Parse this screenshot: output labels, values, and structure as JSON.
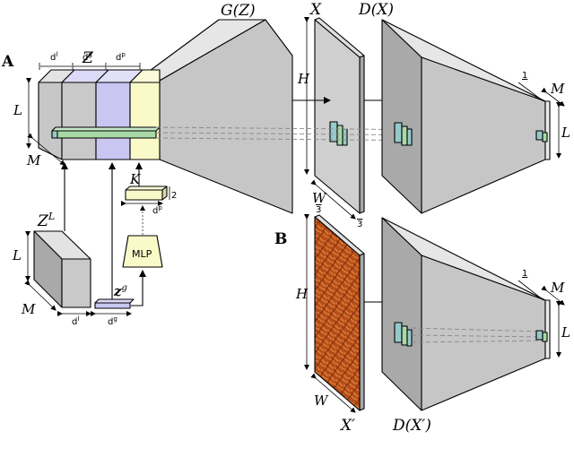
{
  "panels": {
    "a": "A",
    "b": "B"
  },
  "labels": {
    "gz": "G(Z)",
    "x": "X",
    "dx": "D(X)",
    "xp": "X′",
    "dxp": "D(X′)",
    "z": "Z",
    "zl": "Z",
    "zl_sup": "L",
    "zg": "z",
    "zg_sup": "g",
    "k": "K",
    "mlp": "MLP"
  },
  "dims": {
    "dl": "d",
    "dl_sup": "l",
    "dg": "d",
    "dg_sup": "g",
    "dp": "d",
    "dp_sup": "p",
    "L": "L",
    "M": "M",
    "H": "H",
    "W": "W",
    "three": "3",
    "one": "1",
    "two": "2"
  },
  "colors": {
    "gray_block": "#c9c9c9",
    "gray_top": "#e3e3e3",
    "gray_side": "#a9a9a9",
    "blue_block": "#c9c6f2",
    "yellow_block": "#fafac9",
    "green": "#a9d9a6",
    "teal": "#96c9c9",
    "texture": "#b8501a"
  }
}
